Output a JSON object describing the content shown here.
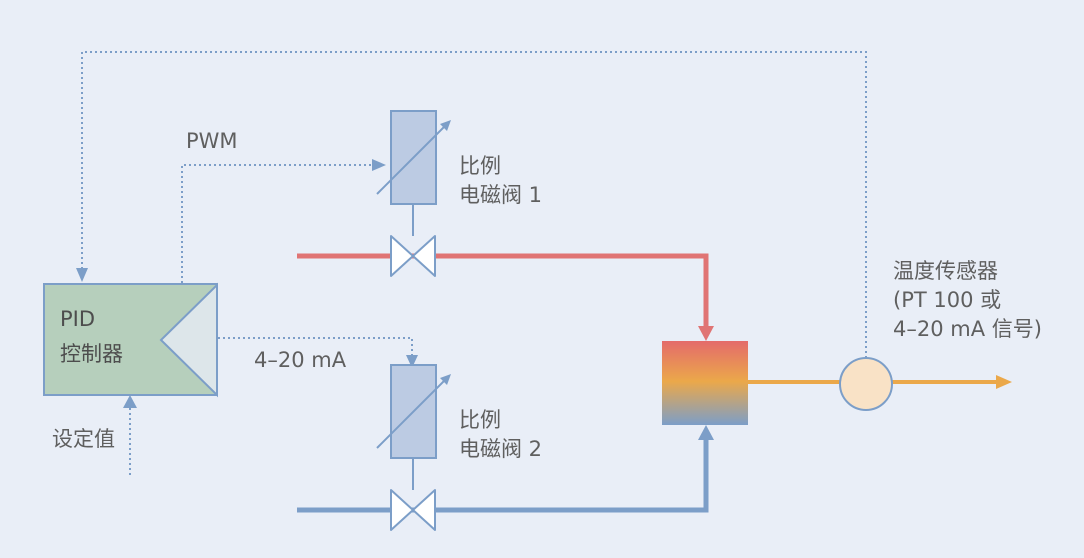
{
  "pid_controller": {
    "line1": "PID",
    "line2": "控制器"
  },
  "setpoint_label": "设定值",
  "pwm_label": "PWM",
  "analog_label": "4–20 mA",
  "valve1": {
    "line1": "比例",
    "line2": "电磁阀 1"
  },
  "valve2": {
    "line1": "比例",
    "line2": "电磁阀 2"
  },
  "sensor": {
    "line1": "温度传感器",
    "line2": "(PT 100 或",
    "line3": "4–20 mA 信号)"
  },
  "colors": {
    "background": "#e9eef7",
    "hot_line": "#e07474",
    "cold_line": "#7c9ec8",
    "output_line": "#eba84a",
    "signal_line": "#7c9ec8",
    "controller_fill": "#b6cfbc",
    "solenoid_fill": "#bccbe3",
    "sensor_fill": "#f9e2c6"
  }
}
